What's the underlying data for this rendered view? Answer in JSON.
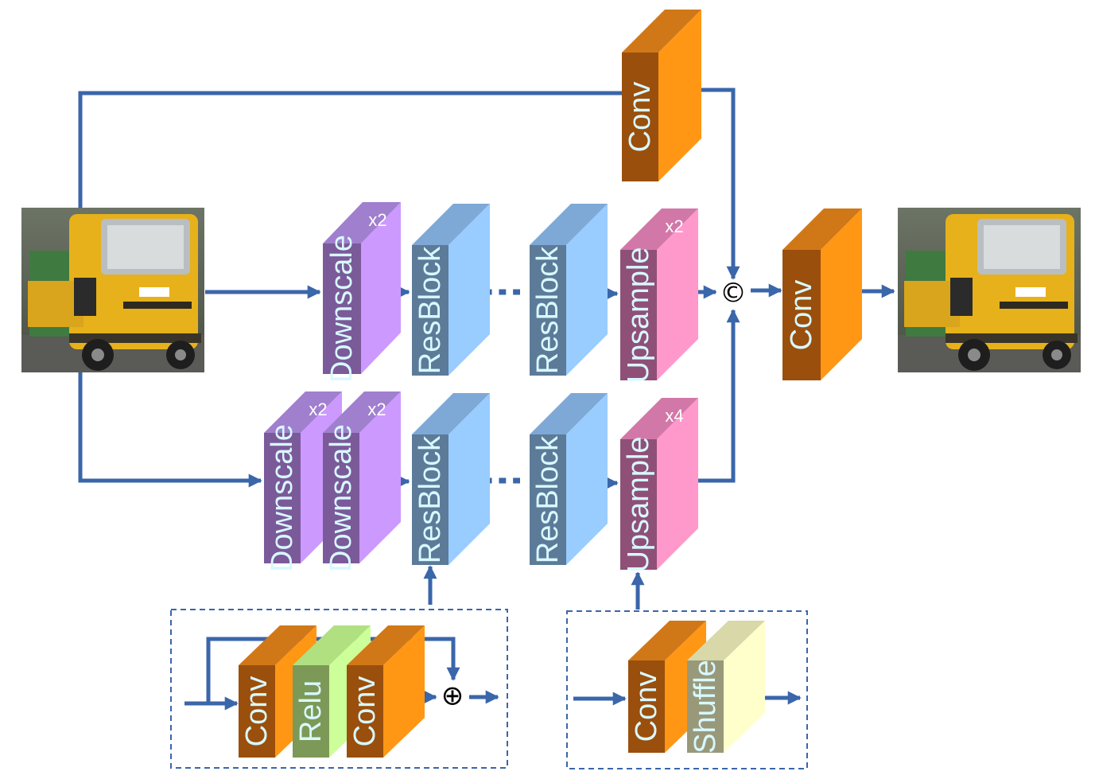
{
  "labels": {
    "conv": "Conv",
    "downscale": "Downscale",
    "resblock": "ResBlock",
    "upsample": "Upsample",
    "relu": "Relu",
    "shuffle": "Shuffle"
  },
  "scales": {
    "x2": "x2",
    "x4": "x4"
  },
  "symbols": {
    "concat": "©",
    "add": "⊕"
  },
  "colors": {
    "arrow": "#3a66aa",
    "conv": [
      "#ff9714",
      "#d07818",
      "#9a4f0c"
    ],
    "downscale": [
      "#cc99ff",
      "#a07fce",
      "#7b5a99"
    ],
    "resblock": [
      "#99ccff",
      "#7ea8d6",
      "#5c7b99"
    ],
    "upsample": [
      "#ff99cc",
      "#d278a8",
      "#8f5077"
    ],
    "relu": [
      "#ccff99",
      "#b0e080",
      "#7d9957"
    ],
    "shuffle": [
      "#ffffcc",
      "#d8d8a8",
      "#99997a"
    ]
  }
}
